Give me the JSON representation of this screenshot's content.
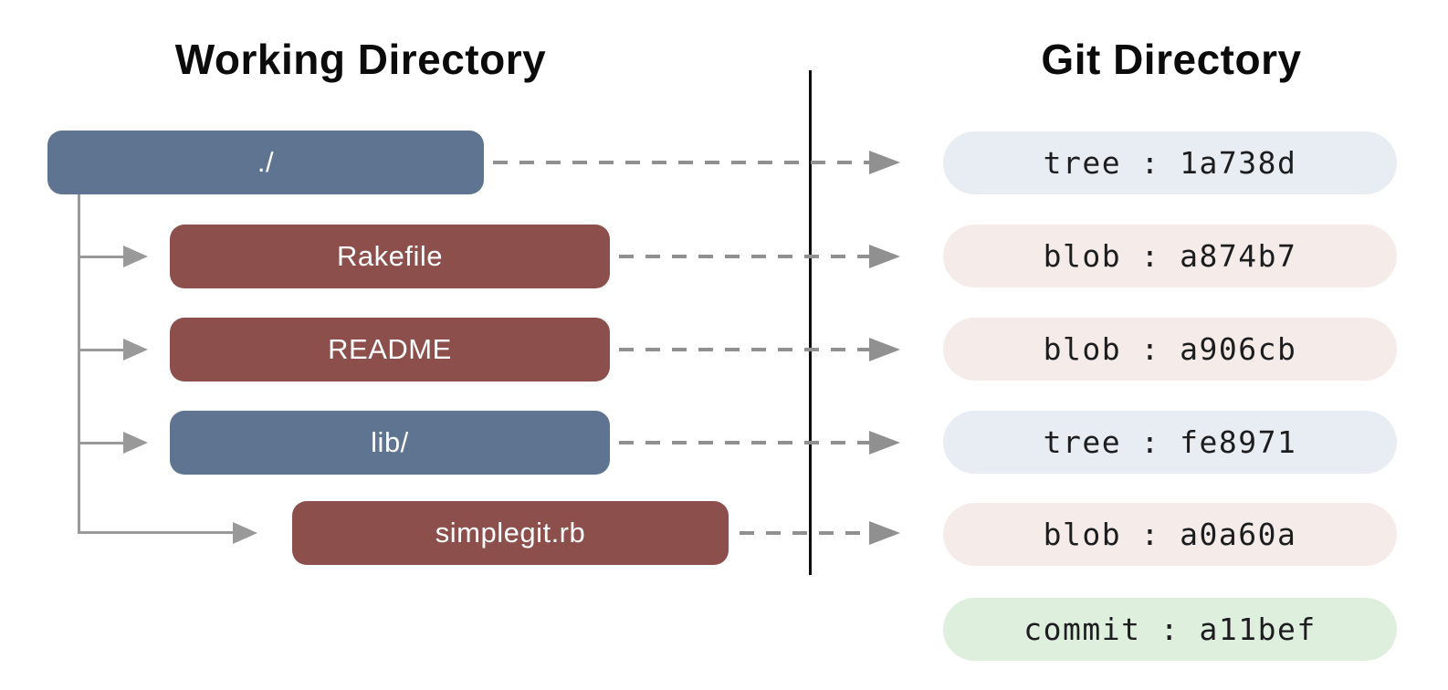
{
  "titles": {
    "left": "Working Directory",
    "right": "Git Directory"
  },
  "working_tree": {
    "nodes": [
      {
        "label": "./",
        "type": "directory"
      },
      {
        "label": "Rakefile",
        "type": "file"
      },
      {
        "label": "README",
        "type": "file"
      },
      {
        "label": "lib/",
        "type": "directory"
      },
      {
        "label": "simplegit.rb",
        "type": "file"
      }
    ]
  },
  "git_objects": [
    {
      "label": "tree : 1a738d",
      "type": "tree"
    },
    {
      "label": "blob : a874b7",
      "type": "blob"
    },
    {
      "label": "blob : a906cb",
      "type": "blob"
    },
    {
      "label": "tree : fe8971",
      "type": "tree"
    },
    {
      "label": "blob : a0a60a",
      "type": "blob"
    },
    {
      "label": "commit : a11bef",
      "type": "commit"
    }
  ],
  "colors": {
    "directory_box": "#5e7490",
    "file_box": "#8d4f4b",
    "tree_pill": "#e7edf3",
    "blob_pill": "#f5ece9",
    "commit_pill": "#def0dd",
    "connector_gray": "#999999",
    "dash_gray": "#909090",
    "divider_black": "#0d0d0d"
  }
}
